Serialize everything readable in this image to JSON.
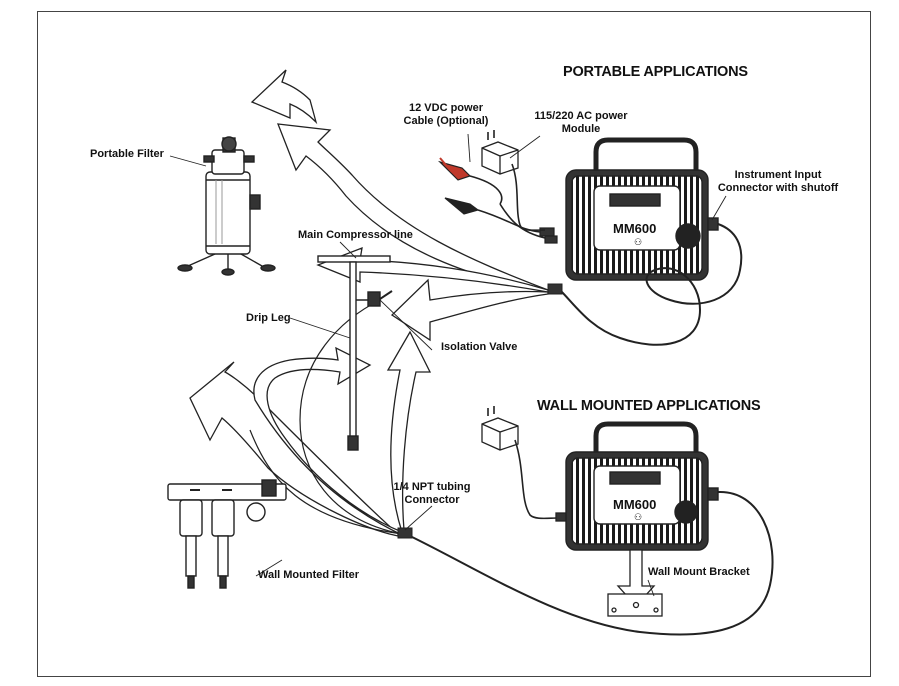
{
  "headings": {
    "portable": "PORTABLE APPLICATIONS",
    "wall": "WALL MOUNTED APPLICATIONS"
  },
  "labels": {
    "dc_cable": "12 VDC power\nCable (Optional)",
    "ac_module": "115/220 AC power\nModule",
    "portable_filter": "Portable Filter",
    "instrument_input": "Instrument Input\nConnector with shutoff",
    "main_line": "Main Compressor line",
    "drip_leg": "Drip Leg",
    "isolation_valve": "Isolation Valve",
    "tubing_connector": "1/4 NPT tubing\nConnector",
    "wall_filter": "Wall Mounted Filter",
    "wall_bracket": "Wall Mount Bracket"
  },
  "device": {
    "model_top": "MM600",
    "model_bottom": "MM600"
  },
  "icons": [
    "portable-filter-icon",
    "alligator-clip-icon",
    "power-adapter-icon",
    "instrument-case-icon",
    "wall-filter-icon",
    "wall-bracket-icon",
    "flow-arrow-icon"
  ]
}
